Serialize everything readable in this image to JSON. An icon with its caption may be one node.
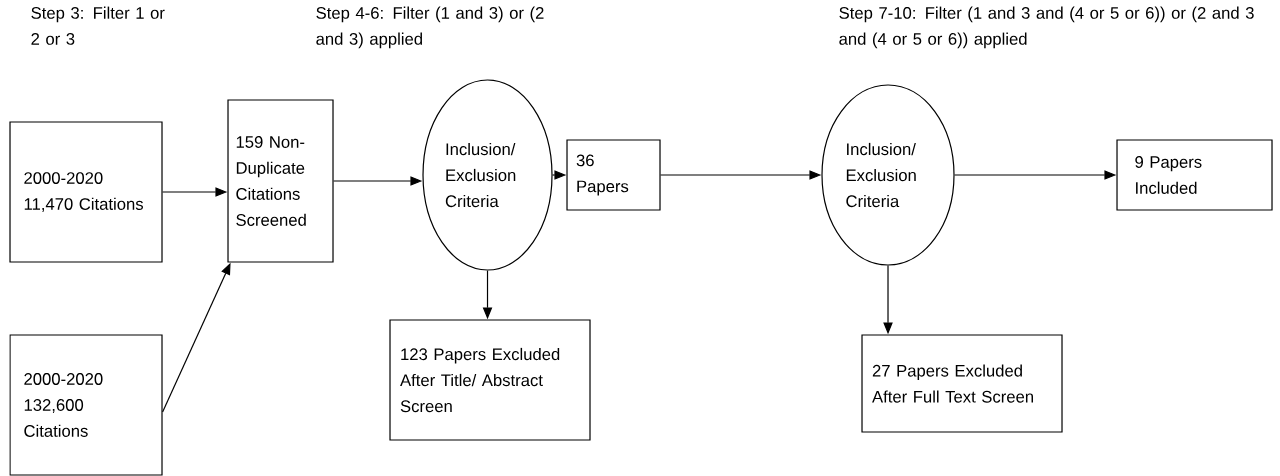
{
  "diagram": {
    "nodes": [
      {
        "text": [
          "2000-2020 11,470 Citations"
        ]
      },
      {
        "text": [
          "2000-2020 132,600 Citations"
        ]
      },
      {
        "text": [
          "159 Non-Duplicate Citations Screened"
        ]
      },
      {
        "text": [
          "Inclusion/ Exclusion Criteria"
        ]
      },
      {
        "text": [
          "123 Papers Excluded After Title/ Abstract Screen"
        ]
      },
      {
        "text": [
          "36 Papers"
        ]
      },
      {
        "text": [
          "Inclusion/ Exclusion Criteria"
        ]
      },
      {
        "text": [
          "27 Papers Excluded After Full Text Screen"
        ]
      },
      {
        "text": [
          "9 Papers Included"
        ]
      }
    ],
    "edges": [
      {
        "from": 0,
        "to": 2,
        "arrow": "to"
      },
      {
        "from": 1,
        "to": 2,
        "arrow": "to"
      },
      {
        "from": 2,
        "to": 3,
        "arrow": "to"
      },
      {
        "from": 3,
        "to": 5,
        "arrow": "to"
      },
      {
        "from": 3,
        "to": 4,
        "arrow": "to"
      },
      {
        "from": 5,
        "to": 6,
        "arrow": "to"
      },
      {
        "from": 6,
        "to": 8,
        "arrow": "to"
      },
      {
        "from": 6,
        "to": 7,
        "arrow": "to"
      }
    ],
    "labels": [
      "Step 3: Filter 1 or 2 or 3",
      "Step 4-6: Filter (1 and 3) or (2 and 3) applied",
      "Step 7-10: Filter (1 and 3 and (4 or 5 or 6)) or (2 and 3 and (4 or 5 or 6)) applied"
    ]
  }
}
